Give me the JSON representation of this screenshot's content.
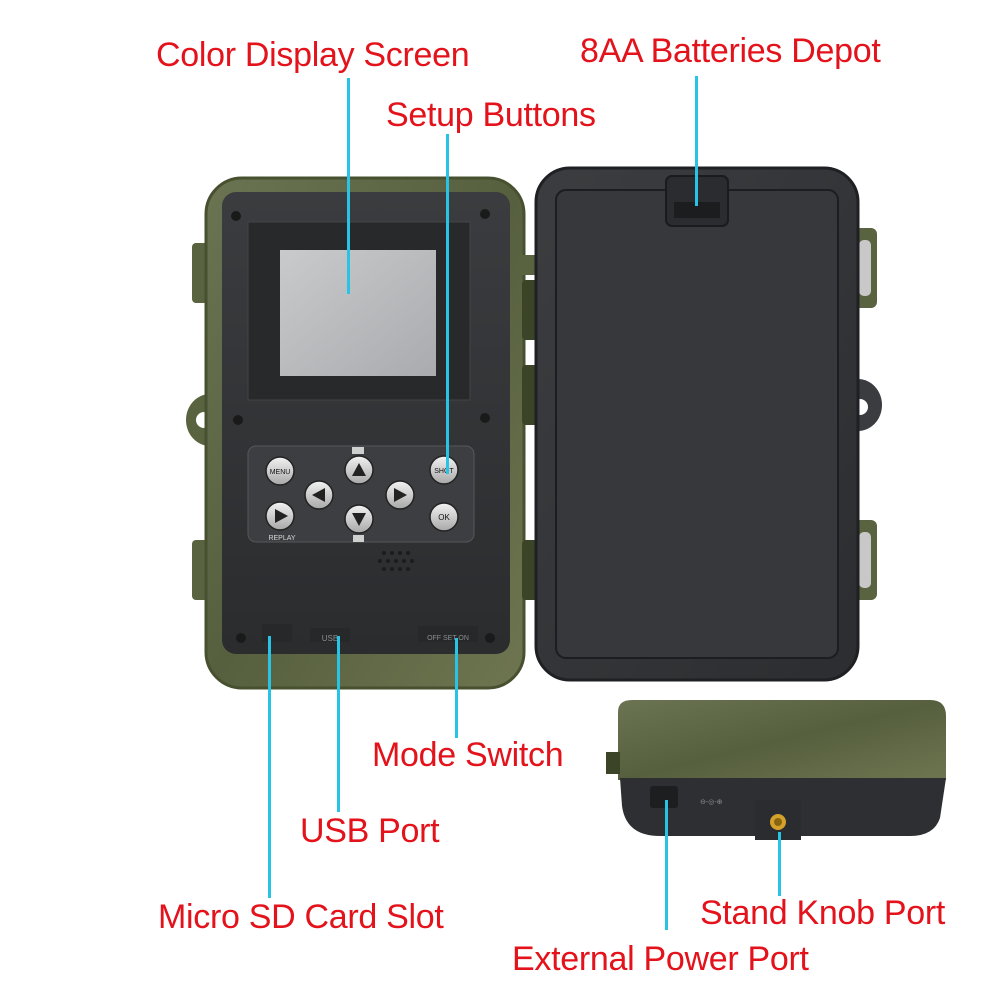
{
  "labels": {
    "color_display_screen": "Color Display Screen",
    "batteries_depot": "8AA Batteries Depot",
    "setup_buttons": "Setup Buttons",
    "mode_switch": "Mode Switch",
    "usb_port": "USB Port",
    "micro_sd_slot": "Micro SD Card Slot",
    "stand_knob_port": "Stand Knob Port",
    "external_power_port": "External Power Port"
  },
  "keypad": {
    "menu": "MENU",
    "shot": "SHOT",
    "ok": "OK",
    "replay": "REPLAY"
  },
  "port_marks": {
    "usb": "USB",
    "mode": "OFF SET ON"
  },
  "colors": {
    "label_text": "#e3121b",
    "leader_line": "#29c3e6",
    "camo_shell": "#5f6a45",
    "inner_panel": "#2f3134"
  }
}
